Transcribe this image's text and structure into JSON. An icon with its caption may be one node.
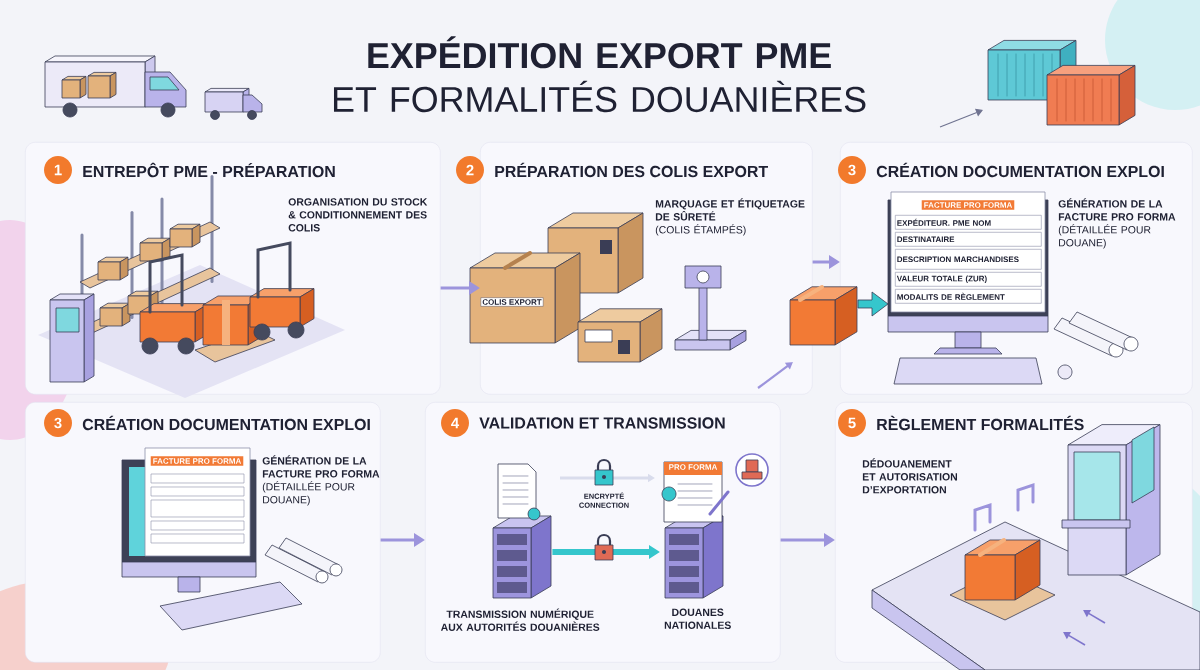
{
  "diagram": {
    "title": "**EXPÉDITION EXPORT PME** ET FORMALITÉS DOUANIÈRES",
    "nodes": [
      {
        "text": [
          "1",
          "ENTREPÔT PME - PRÉPARATION",
          "ORGANISATION DU STOCK & CONDITIONNEMENT DES COLIS"
        ]
      },
      {
        "text": [
          "2",
          "PRÉPARATION DES COLIS EXPORT",
          "MARQUAGE ET ÉTIQUETAGE DE SÛRETÉ",
          "(COLIS ÉTAMPÉS)"
        ]
      },
      {
        "text": [
          "3",
          "CRÉATION DOCUMENTATION EXPLOI",
          "GÉNÉRATION DE LA FACTURE PRO FORMA",
          "(DÉTAILLÉE POUR DOUANE)"
        ]
      },
      {
        "text": [
          "3",
          "CRÉATION DOCUMENTATION EXPLOI",
          "GÉNÉRATION DE LA FACTURE PRO FORMA",
          "(DÉTAILLÉE POUR DOUANE)"
        ]
      },
      {
        "text": [
          "4",
          "VALIDATION ET TRANSMISSION"
        ]
      },
      {
        "text": [],
        "shape": "picture",
        "in": 4,
        "beside": [
          "TRANSMISSION NUMÉRIQUE AUX AUTORITÉS DOUANIÈRES"
        ]
      },
      {
        "text": [],
        "shape": "picture",
        "in": 4,
        "beside": [
          "DOUANES NATIONALES"
        ]
      },
      {
        "text": [
          "5",
          "RÈGLEMENT FORMALITÉS",
          "DÉDOUANEMENT ET AUTORISATION D’EXPORTATION"
        ]
      }
    ],
    "edges": [
      {
        "from": 0,
        "to": 1,
        "arrow": "to"
      },
      {
        "from": 1,
        "to": 2,
        "arrow": "to"
      },
      {
        "from": 3,
        "to": 4,
        "arrow": "to"
      },
      {
        "from": 4,
        "to": 7,
        "arrow": "to"
      },
      {
        "from": 5,
        "to": 6,
        "arrow": "to",
        "style": "thick",
        "color": "#35c6cc"
      }
    ],
    "labels": [
      "ENCRYPTÉ CONNECTION",
      "FACTURE PRO FORMA",
      "EXPÉDITEUR. PME NOM",
      "DESTINATAIRE",
      "DESCRIPTION MARCHANDISES",
      "VALEUR TOTALE (ZUR)",
      "MODALITS DE RÈGLEMENT",
      "FACTURE PRO FORMA",
      "PRO FORMA",
      "COLIS EXPORT"
    ]
  }
}
